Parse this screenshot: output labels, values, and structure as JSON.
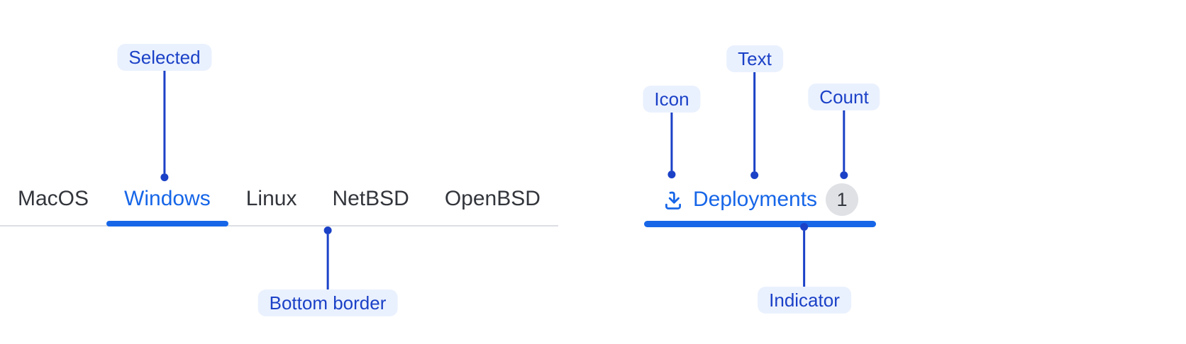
{
  "colors": {
    "accent_blue": "#1766e8",
    "annotation_blue": "#1b41c7",
    "annotation_pill_bg": "#eaf1fe",
    "tab_text": "#32353b",
    "tabbar_border": "#dcdee3",
    "badge_bg": "#dfe1e5",
    "badge_text": "#34373d"
  },
  "tabbar": {
    "tabs": [
      {
        "label": "MacOS",
        "selected": false
      },
      {
        "label": "Windows",
        "selected": true
      },
      {
        "label": "Linux",
        "selected": false
      },
      {
        "label": "NetBSD",
        "selected": false
      },
      {
        "label": "OpenBSD",
        "selected": false
      }
    ]
  },
  "deployment_tab": {
    "icon": "download-icon",
    "label": "Deployments",
    "count": "1"
  },
  "annotations": {
    "selected": "Selected",
    "bottom_border": "Bottom border",
    "icon": "Icon",
    "text": "Text",
    "count": "Count",
    "indicator": "Indicator"
  }
}
